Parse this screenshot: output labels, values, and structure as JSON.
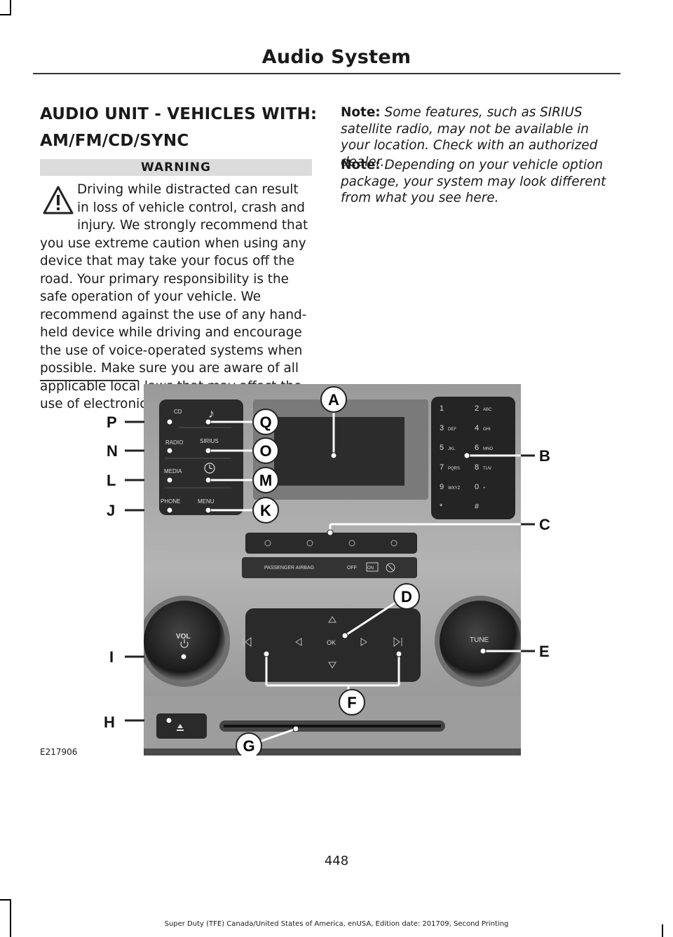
{
  "header": {
    "section_title": "Audio System"
  },
  "heading": {
    "line1": "AUDIO UNIT - VEHICLES WITH:",
    "line2": "AM/FM/CD/SYNC"
  },
  "warning": {
    "label": "WARNING",
    "icon": "warning-triangle-icon",
    "para_indent": "Driving while distracted can result in loss of vehicle control, crash and injury. We strongly recommend that",
    "para_rest": "you use extreme caution when using any device that may take your focus off the road. Your primary responsibility is the safe operation of your vehicle. We recommend against the use of any hand-held device while driving and encourage the use of voice-operated systems when possible. Make sure you are aware of all applicable local laws that may affect the use of electronic devices while driving."
  },
  "notes": [
    {
      "label": "Note:",
      "text": "Some features, such as SIRIUS satellite radio, may not be available in your location. Check with an authorized dealer."
    },
    {
      "label": "Note:",
      "text": "Depending on your vehicle option package, your system may look different from what you see here."
    }
  ],
  "figure": {
    "image_id": "E217906",
    "callouts": [
      "A",
      "B",
      "C",
      "D",
      "E",
      "F",
      "G",
      "H",
      "I",
      "J",
      "K",
      "L",
      "M",
      "N",
      "O",
      "P",
      "Q"
    ],
    "buttons": {
      "cd": "CD",
      "music": "♪",
      "radio": "RADIO",
      "sirius": "SIRIUS",
      "media": "MEDIA",
      "clock": "clock-icon",
      "phone": "PHONE",
      "menu": "MENU",
      "vol": "VOL",
      "tune": "TUNE",
      "ok": "OK",
      "airbag": "PASSENGER AIRBAG",
      "off": "OFF",
      "on": "ON"
    },
    "keypad": [
      [
        "1",
        ""
      ],
      [
        "2",
        "ABC"
      ],
      [
        "3",
        "DEF"
      ],
      [
        "4",
        "GHI"
      ],
      [
        "5",
        "JKL"
      ],
      [
        "6",
        "MNO"
      ],
      [
        "7",
        "PQRS"
      ],
      [
        "8",
        "TUV"
      ],
      [
        "9",
        "WXYZ"
      ],
      [
        "0",
        "+"
      ],
      [
        "*",
        ""
      ],
      [
        "#",
        ""
      ]
    ]
  },
  "page": {
    "number": "448"
  },
  "footer": {
    "text": "Super Duty (TFE) Canada/United States of America, enUSA, Edition date: 201709, Second Printing"
  }
}
